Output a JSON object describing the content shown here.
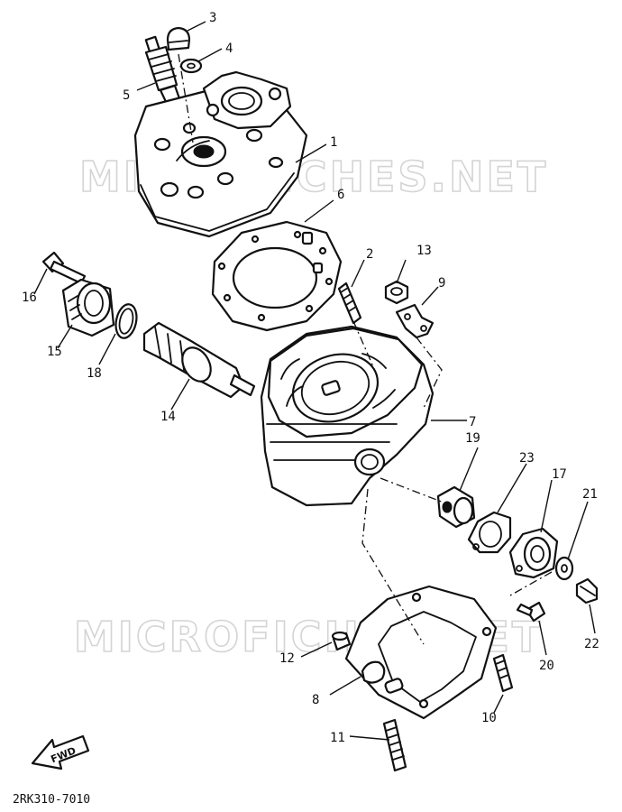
{
  "watermark": {
    "top": "MICROFICHES.NET",
    "bottom": "MICROFICHES.NET"
  },
  "parts": [
    {
      "id": "1",
      "label": "1"
    },
    {
      "id": "2",
      "label": "2"
    },
    {
      "id": "3",
      "label": "3"
    },
    {
      "id": "4",
      "label": "4"
    },
    {
      "id": "5",
      "label": "5"
    },
    {
      "id": "6",
      "label": "6"
    },
    {
      "id": "7",
      "label": "7"
    },
    {
      "id": "8",
      "label": "8"
    },
    {
      "id": "9",
      "label": "9"
    },
    {
      "id": "10",
      "label": "10"
    },
    {
      "id": "11",
      "label": "11"
    },
    {
      "id": "12",
      "label": "12"
    },
    {
      "id": "13",
      "label": "13"
    },
    {
      "id": "14",
      "label": "14"
    },
    {
      "id": "15",
      "label": "15"
    },
    {
      "id": "16",
      "label": "16"
    },
    {
      "id": "17",
      "label": "17"
    },
    {
      "id": "18",
      "label": "18"
    },
    {
      "id": "19",
      "label": "19"
    },
    {
      "id": "20",
      "label": "20"
    },
    {
      "id": "21",
      "label": "21"
    },
    {
      "id": "22",
      "label": "22"
    },
    {
      "id": "23",
      "label": "23"
    }
  ],
  "fwd_label": "FWD",
  "diagram_code": "2RK310-7010"
}
